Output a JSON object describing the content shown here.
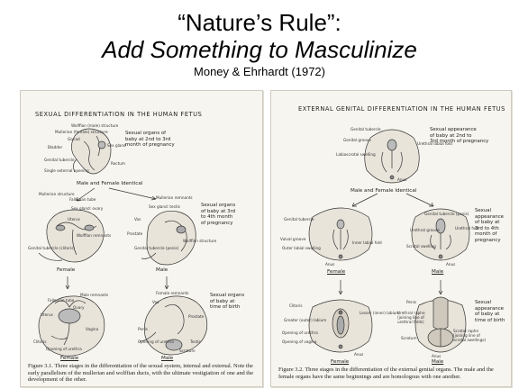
{
  "title": {
    "line1": "“Nature’s Rule”:",
    "line2": "Add Something to Masculinize",
    "citation": "Money & Ehrhardt (1972)"
  },
  "left_figure": {
    "heading": "SEXUAL  DIFFERENTIATION  IN  THE  HUMAN  FETUS",
    "labels": {
      "wolffian_top": "Wolffian (male) structure",
      "mullerian_top": "Mullerian (female) structure",
      "gonad": "Gonad",
      "bladder": "Bladder",
      "sex_gland": "Sex gland",
      "genital_tubercle": "Genital tubercle",
      "rectum": "Rectum",
      "single_opening": "Single external opening",
      "mullerian_mid": "Mullerian structure",
      "fallopian_tube": "Fallopian tube",
      "sex_gland_ovary": "Sex gland: ovary",
      "uterus": "Uterus",
      "wolffian_remnants": "Wolffian remnants",
      "genital_tubercle_clitoris": "Genital tubercle (clitoris)",
      "female_sex_gland_testis": "Sex gland: testis",
      "mullerian_remnants": "Mullerian remnants",
      "vas": "Vas",
      "prostate_mid": "Prostate",
      "genital_tubercle_penis": "Genital tubercle (penis)",
      "wolffian_structure": "Wolffian structure",
      "male_remnants": "Male remnants",
      "fallopian_tube_b": "Fallopian tube",
      "ovary": "Ovary",
      "uterus_b": "Uterus",
      "vagina": "Vagina",
      "clitoris": "Clitoris",
      "opening_urethra": "Opening of urethra",
      "female_remnants": "Female remnants",
      "vas_b": "Vas",
      "prostate_b": "Prostate",
      "penis": "Penis",
      "opening_of_urethra_b": "Opening of urethra",
      "testis": "Testis",
      "scrotum": "Scrotum"
    },
    "notes": {
      "note1": "Sexual organs of\nbaby at 2nd to 3rd\nmonth of pregnancy",
      "note2": "Sexual organs\nof baby at 3rd\nto 4th month\nof pregnancy",
      "note3": "Sexual organs\nof baby at\ntime of birth"
    },
    "stages": {
      "identical": "Male and Female Identical",
      "female_mid": "Female",
      "male_mid": "Male",
      "female_bottom": "Female",
      "male_bottom": "Male"
    },
    "caption": "Figure 3.1. Three stages in the differentiation of the sexual system, internal and external. Note the early parallelism of the mullerian and wolffian ducts, with the ultimate vestigiation of one and the development of the other."
  },
  "right_figure": {
    "heading": "EXTERNAL  GENITAL  DIFFERENTIATION  IN  THE  HUMAN  FETUS",
    "labels": {
      "genital_tubercle": "Genital tubercle",
      "genital_groove": "Genital groove",
      "urethral_labial_fold": "Urethral labial fold",
      "labioscrotal_swelling": "Labioscrotal swelling",
      "anus_top": "Anus",
      "genital_tubercle_f": "Genital tubercle",
      "vulval_groove": "Vulval groove",
      "outer_labial_swelling": "Outer labial swelling",
      "inner_labial_fold": "Inner labial fold",
      "anus_f": "Anus",
      "genital_tubercle_m": "Genital tubercle (penis)",
      "urethral_groove": "Urethral groove",
      "urethral_fold": "Urethral fold",
      "scrotal_swelling": "Scrotal swelling",
      "anus_m": "Anus",
      "clitoris": "Clitoris",
      "greater_labium": "Greater (outer) labium",
      "lesser_labium": "Lesser (inner) labium",
      "opening_urethra": "Opening of urethra",
      "opening_vagina": "Opening of vagina",
      "anus_f2": "Anus",
      "penis": "Penis",
      "urethral_raphe": "Urethral raphe (joining line of urethral folds)",
      "scrotum": "Scrotum",
      "scrotal_raphe": "Scrotal raphe (joining line of scrotal swellings)",
      "anus_m2": "Anus"
    },
    "notes": {
      "note1": "Sexual appearance\nof baby at 2nd to\n3rd month of pregnancy",
      "note2": "Sexual\nappearance\nof baby at\n3rd to 4th\nmonth of\npregnancy",
      "note3": "Sexual\nappearance\nof baby at\ntime of birth"
    },
    "stages": {
      "identical": "Male and Female Identical",
      "female_mid": "Female",
      "male_mid": "Male",
      "female_bottom": "Female",
      "male_bottom": "Male"
    },
    "caption": "Figure 3.2. Three stages in the differentiation of the external genital organs. The male and the female organs have the same beginnings and are homologous with one another."
  }
}
